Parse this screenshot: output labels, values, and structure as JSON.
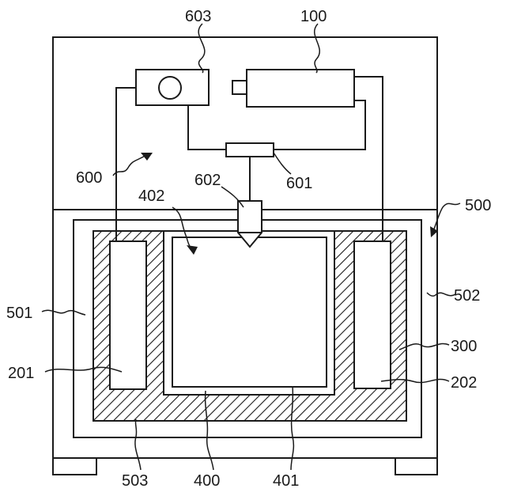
{
  "labels": {
    "l603": "603",
    "l100": "100",
    "l600": "600",
    "l602": "602",
    "l601": "601",
    "l402": "402",
    "l500": "500",
    "l501": "501",
    "l502": "502",
    "l300": "300",
    "l201": "201",
    "l202": "202",
    "l503": "503",
    "l400": "400",
    "l401": "401"
  },
  "colors": {
    "line": "#1a1a1a",
    "background": "#ffffff"
  }
}
